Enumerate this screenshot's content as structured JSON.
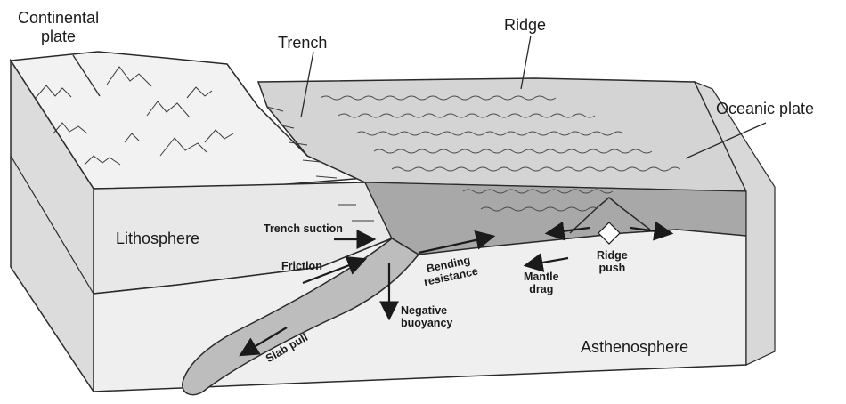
{
  "labels": {
    "continental_plate": [
      "Continental",
      "plate"
    ],
    "trench": "Trench",
    "ridge": "Ridge",
    "oceanic_plate": "Oceanic plate",
    "lithosphere": "Lithosphere",
    "asthenosphere": "Asthenosphere"
  },
  "forces": {
    "trench_suction": "Trench suction",
    "friction": "Friction",
    "bending_resistance": [
      "Bending",
      "resistance"
    ],
    "mantle_drag": [
      "Mantle",
      "drag"
    ],
    "ridge_push": [
      "Ridge",
      "push"
    ],
    "negative_buoyancy": [
      "Negative",
      "buoyancy"
    ],
    "slab_pull": "Slab pull"
  },
  "colors": {
    "line": "#2a2a2a",
    "lithosphere_fill": "#e2e2e2",
    "asthenosphere_fill": "#ececec",
    "oceanic_top": "#c9c9c9",
    "slab_fill": "#bdbdbd",
    "dark_band": "#9a9a9a"
  }
}
